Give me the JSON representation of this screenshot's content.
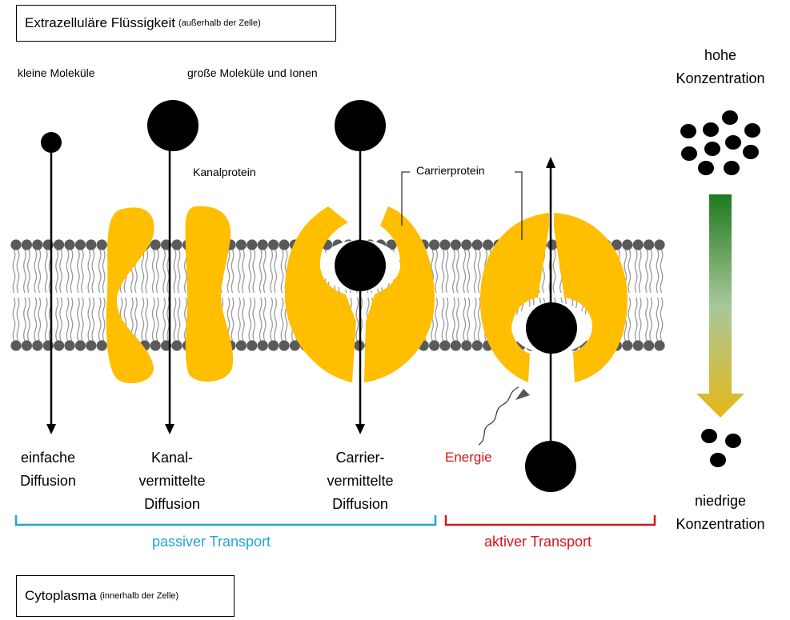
{
  "extracellular": {
    "main": "Extrazelluläre Flüssigkeit",
    "sub": "(außerhalb der Zelle)"
  },
  "cytoplasm": {
    "main": "Cytoplasma",
    "sub": "(innerhalb der Zelle)"
  },
  "labels": {
    "small_molecules": "kleine Moleküle",
    "large_molecules": "große Moleküle und Ionen",
    "channel_protein": "Kanalprotein",
    "carrier_protein": "Carrierprotein",
    "energy": "Energie",
    "high_concentration": [
      "hohe",
      "Konzentration"
    ],
    "low_concentration": [
      "niedrige",
      "Konzentration"
    ]
  },
  "mechanisms": {
    "simple": [
      "einfache",
      "Diffusion"
    ],
    "channel": [
      "Kanal-",
      "vermittelte",
      "Diffusion"
    ],
    "carrier": [
      "Carrier-",
      "vermittelte",
      "Diffusion"
    ]
  },
  "transport": {
    "passive": "passiver Transport",
    "active": "aktiver Transport"
  },
  "colors": {
    "protein": "#FFBE00",
    "passive": "#1FA6DB",
    "active": "#D8131B",
    "gradient_top": "#1E7A1E",
    "gradient_mid": "#A8C89A",
    "gradient_bottom": "#E6B818",
    "membrane_heads": "#5a5a5a"
  }
}
